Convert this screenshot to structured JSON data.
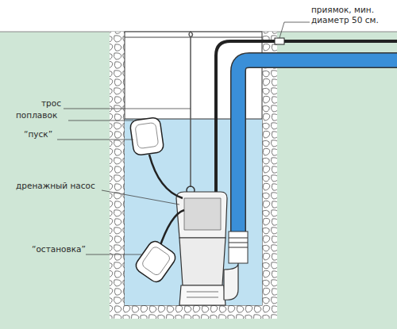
{
  "diagram": {
    "labels": [
      "приямок, мин. диаметр 50 см.",
      "трос",
      "поплавок",
      "“пуск”",
      "дренажный насос",
      "“остановка”"
    ]
  }
}
